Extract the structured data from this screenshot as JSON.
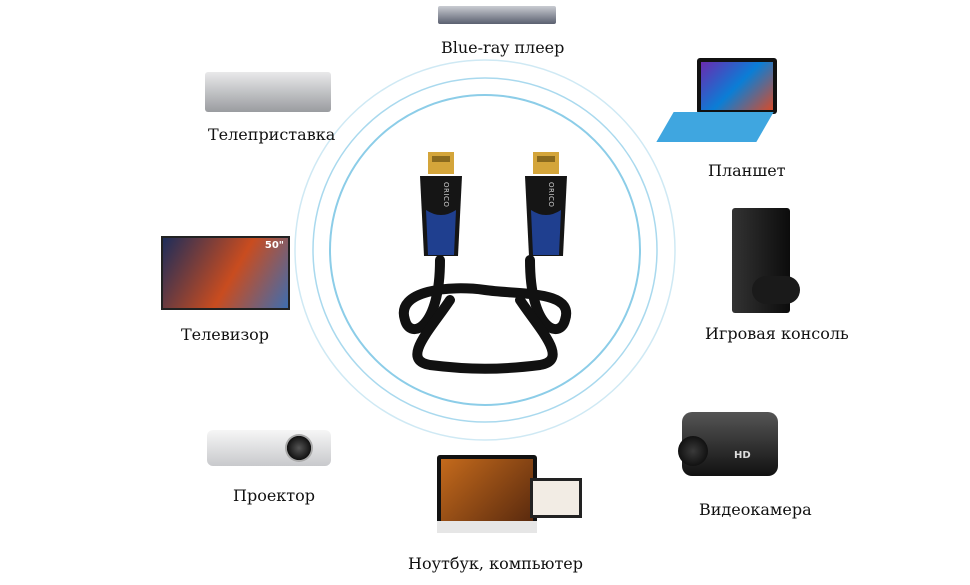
{
  "devices": [
    {
      "id": "bluray",
      "label": "Blue-ray плеер"
    },
    {
      "id": "settopbox",
      "label": "Телеприставка"
    },
    {
      "id": "tablet",
      "label": "Планшет"
    },
    {
      "id": "tv",
      "label": "Телевизор",
      "badge": "50\""
    },
    {
      "id": "console",
      "label": "Игровая консоль"
    },
    {
      "id": "projector",
      "label": "Проектор"
    },
    {
      "id": "camcorder",
      "label": "Видеокамера",
      "badge": "HD"
    },
    {
      "id": "computer",
      "label": "Ноутбук, компьютер"
    }
  ],
  "cable": {
    "brand": "ORICO"
  },
  "colors": {
    "ring": "#9fd3ea",
    "cable": "#111111",
    "accent": "#1f3f8f",
    "gold": "#d4a53a"
  }
}
